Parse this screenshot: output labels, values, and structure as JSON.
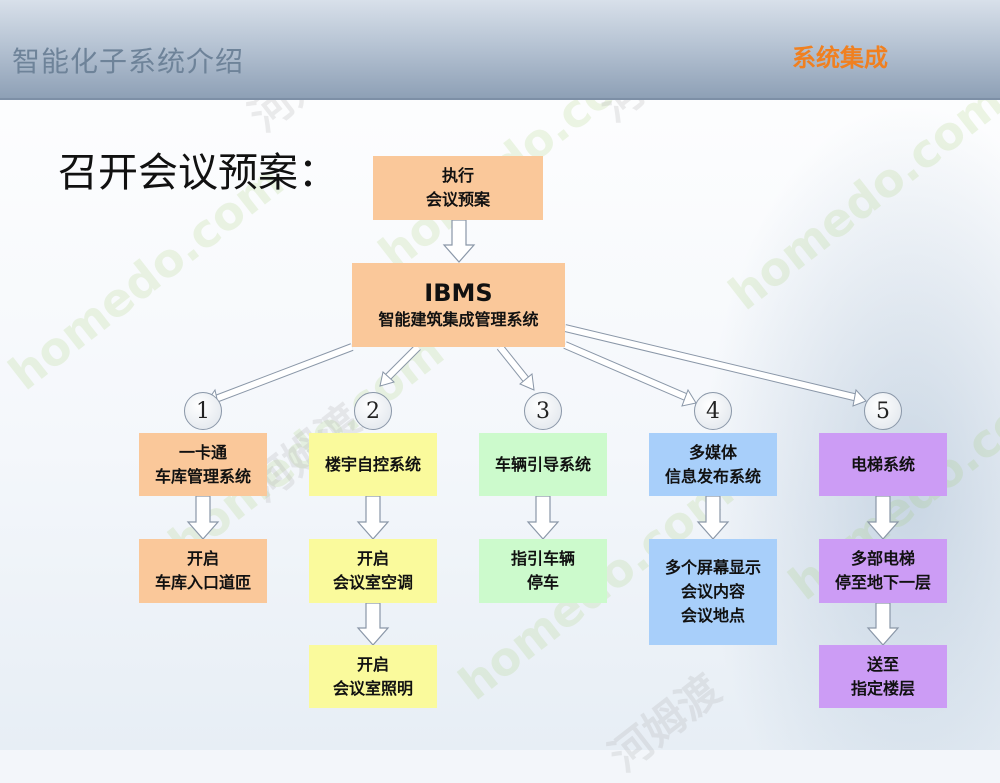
{
  "header": {
    "title": "智能化子系统介绍",
    "section": "系统集成"
  },
  "heading": "召开会议预案：",
  "watermark": {
    "site": "homedo.com",
    "cn": "河姆渡"
  },
  "top": {
    "execute": [
      "执行",
      "会议预案"
    ],
    "ibms": {
      "name": "IBMS",
      "desc": "智能建筑集成管理系统"
    }
  },
  "branches": [
    {
      "number": "1",
      "color": "#fac89a",
      "system": [
        "一卡通",
        "车库管理系统"
      ],
      "actions": [
        [
          "开启",
          "车库入口道匝"
        ]
      ]
    },
    {
      "number": "2",
      "color": "#fafa9c",
      "system": [
        "楼宇自控系统"
      ],
      "actions": [
        [
          "开启",
          "会议室空调"
        ],
        [
          "开启",
          "会议室照明"
        ]
      ]
    },
    {
      "number": "3",
      "color": "#ccfacc",
      "system": [
        "车辆引导系统"
      ],
      "actions": [
        [
          "指引车辆",
          "停车"
        ]
      ]
    },
    {
      "number": "4",
      "color": "#a8cffa",
      "system": [
        "多媒体",
        "信息发布系统"
      ],
      "actions": [
        [
          "多个屏幕显示",
          "会议内容",
          "会议地点"
        ]
      ]
    },
    {
      "number": "5",
      "color": "#cc9cf5",
      "system": [
        "电梯系统"
      ],
      "actions": [
        [
          "多部电梯",
          "停至地下一层"
        ],
        [
          "送至",
          "指定楼层"
        ]
      ]
    }
  ]
}
